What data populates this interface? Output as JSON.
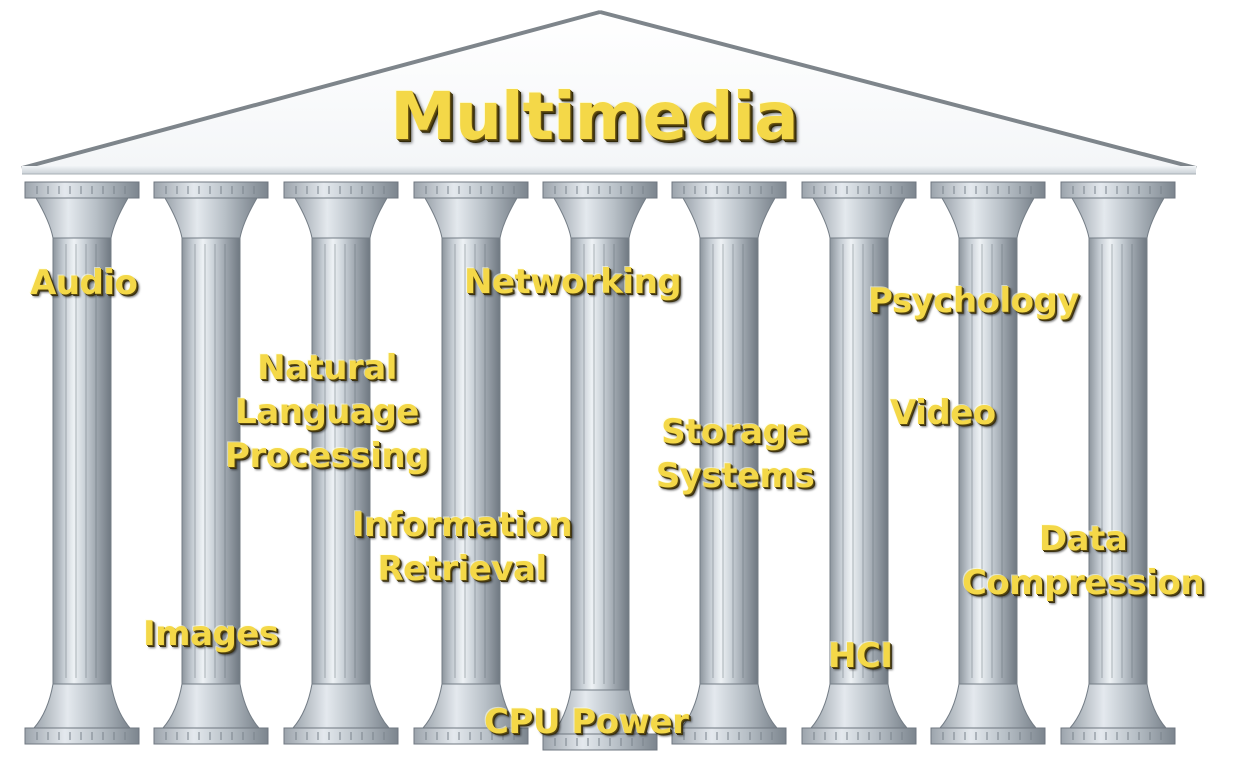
{
  "title": "Multimedia",
  "pillars": {
    "audio": "Audio",
    "images": "Images",
    "nlp": [
      "Natural",
      "Language",
      "Processing"
    ],
    "information_retrieval": [
      "Information",
      "Retrieval"
    ],
    "networking": "Networking",
    "cpu_power": "CPU Power",
    "storage_systems": [
      "Storage",
      "Systems"
    ],
    "psychology": "Psychology",
    "video": "Video",
    "hci": "HCI",
    "data_compression": [
      "Data",
      "Compression"
    ]
  },
  "colors": {
    "label": "#f4d848",
    "column_light": "#e9eef2",
    "column_dark": "#7f8891",
    "roof_edge": "#8a9196"
  }
}
